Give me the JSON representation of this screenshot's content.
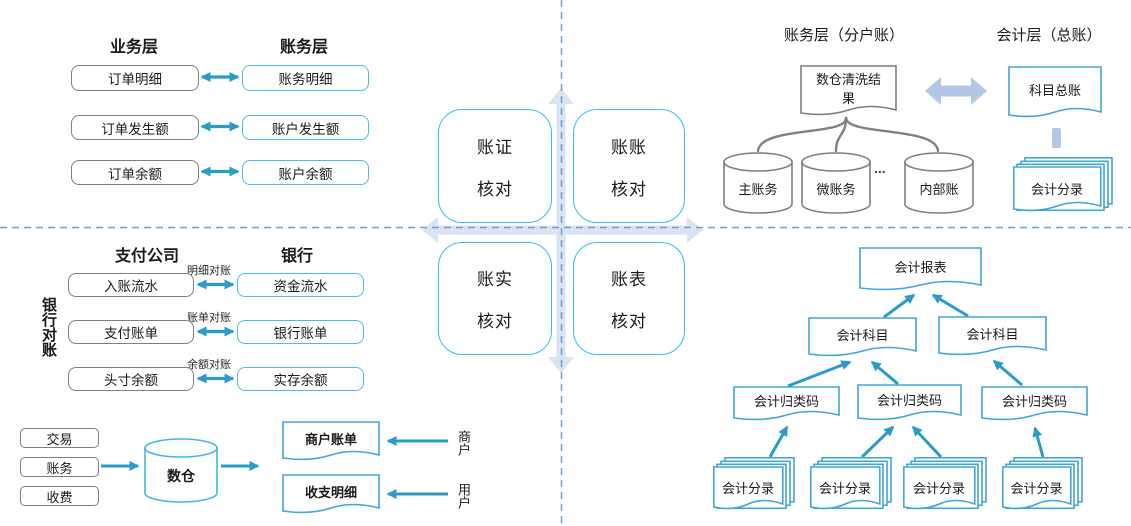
{
  "top_left": {
    "header_business": "业务层",
    "header_accounting": "账务层",
    "rows": [
      {
        "left": "订单明细",
        "right": "账务明细"
      },
      {
        "left": "订单发生额",
        "right": "账户发生额"
      },
      {
        "left": "订单余额",
        "right": "账户余额"
      }
    ]
  },
  "center": {
    "boxes": [
      {
        "line1": "账证",
        "line2": "核对"
      },
      {
        "line1": "账账",
        "line2": "核对"
      },
      {
        "line1": "账实",
        "line2": "核对"
      },
      {
        "line1": "账表",
        "line2": "核对"
      }
    ]
  },
  "bank": {
    "side_label": "银行对账",
    "header_payco": "支付公司",
    "header_bank": "银行",
    "rows": [
      {
        "left": "入账流水",
        "label": "明细对账",
        "right": "资金流水"
      },
      {
        "left": "支付账单",
        "label": "账单对账",
        "right": "银行账单"
      },
      {
        "left": "头寸余额",
        "label": "余额对账",
        "right": "实存余额"
      }
    ]
  },
  "warehouse": {
    "sources": [
      "交易",
      "账务",
      "收费"
    ],
    "db_label": "数仓",
    "outputs": [
      {
        "doc": "商户账单",
        "actor": "商户"
      },
      {
        "doc": "收支明细",
        "actor": "用户"
      }
    ]
  },
  "ledger": {
    "header_sub": "账务层（分户账）",
    "header_gl": "会计层（总账）",
    "cleansing_doc": "数仓清洗结果",
    "cylinders": [
      "主账务",
      "微账务",
      "内部账"
    ],
    "ellipsis": "...",
    "gl_doc": "科目总账",
    "entries": "会计分录"
  },
  "tree": {
    "report": "会计报表",
    "subjects": [
      "会计科目",
      "会计科目"
    ],
    "codes": [
      "会计归类码",
      "会计归类码",
      "会计归类码"
    ],
    "entries": [
      "会计分录",
      "会计分录",
      "会计分录",
      "会计分录"
    ]
  },
  "colors": {
    "teal_arrow": "#2b9cc7",
    "blue_border": "#54b9e4",
    "doc_border": "#41a7d6",
    "cyan_border": "#33bdf0",
    "gray_border": "#7f7f7f",
    "pale_cross": "#dbe2f1",
    "pale_arrow": "#b4c7e7",
    "dashed_line": "#5b9bd5"
  }
}
